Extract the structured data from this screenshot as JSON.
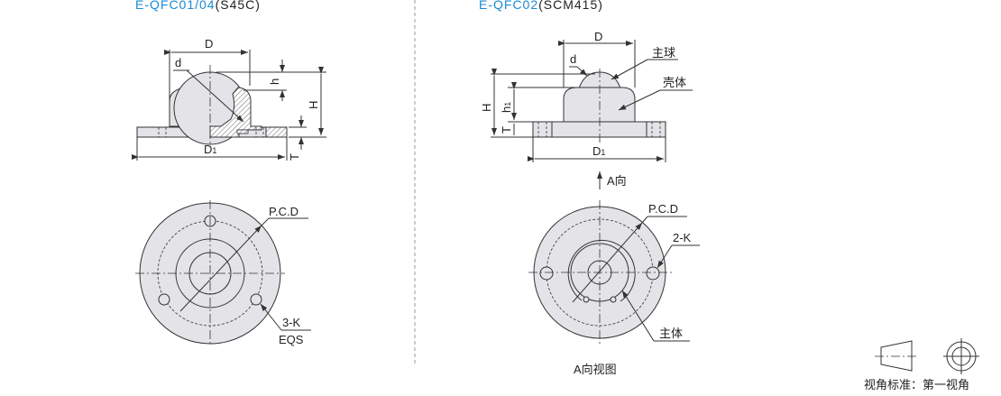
{
  "left": {
    "title_model": "E-QFC01/04",
    "title_material": "(S45C)",
    "labels": {
      "D": "D",
      "d": "d",
      "h": "h",
      "H": "H",
      "T": "T",
      "D1": "D",
      "D1_sub": "1",
      "pcd": "P.C.D",
      "holes": "3-K",
      "eqs": "EQS"
    }
  },
  "right": {
    "title_model": "E-QFC02",
    "title_material": "(SCM415)",
    "labels": {
      "D": "D",
      "d": "d",
      "H": "H",
      "h1": "h",
      "h1_sub": "1",
      "T": "T",
      "D1": "D",
      "D1_sub": "1",
      "ball": "主球",
      "shell": "壳体",
      "direction": "A向",
      "pcd": "P.C.D",
      "holes": "2-K",
      "body": "主体",
      "view_caption": "A向视图"
    }
  },
  "projection": {
    "label": "视角标准：第一视角"
  },
  "colors": {
    "title_blue": "#1a8ad4",
    "part_fill": "#e4e4e8"
  }
}
